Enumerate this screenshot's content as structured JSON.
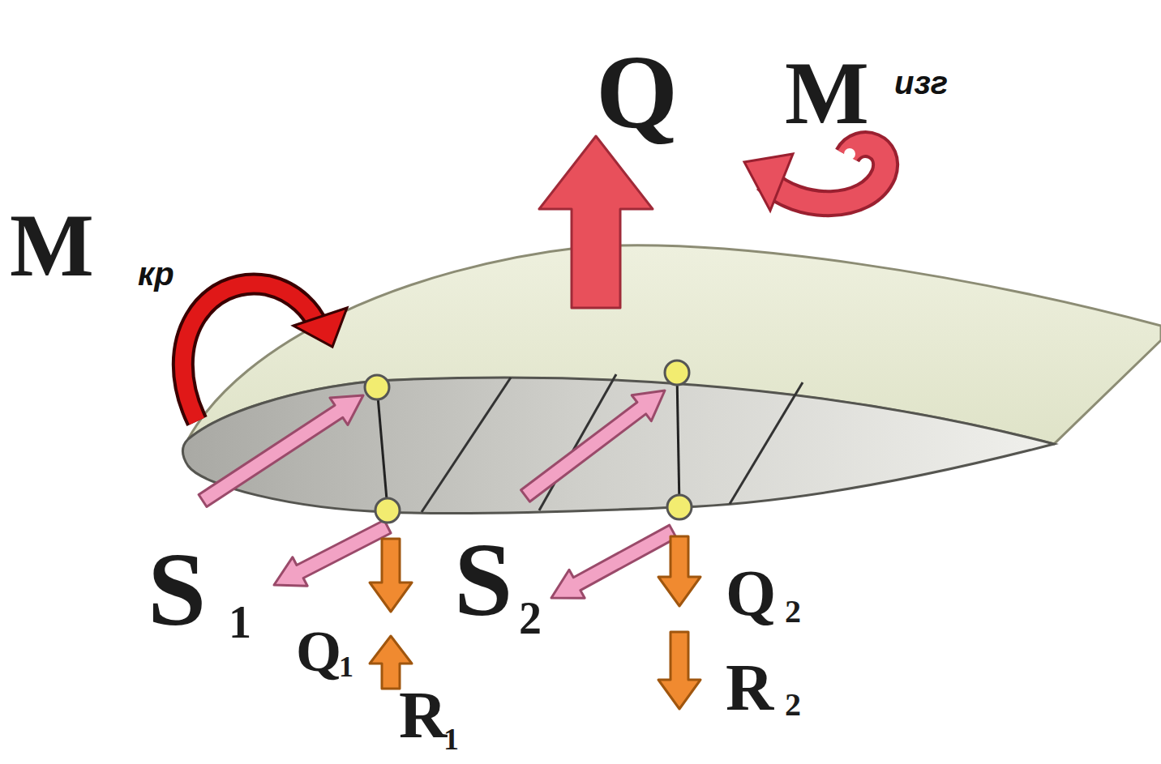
{
  "diagram": {
    "labels": [
      "Q",
      "M",
      "изг",
      "M",
      "кр",
      "S",
      "1",
      "S",
      "2",
      "Q",
      "1",
      "R",
      "1",
      "Q",
      "2",
      "R",
      "2"
    ]
  }
}
